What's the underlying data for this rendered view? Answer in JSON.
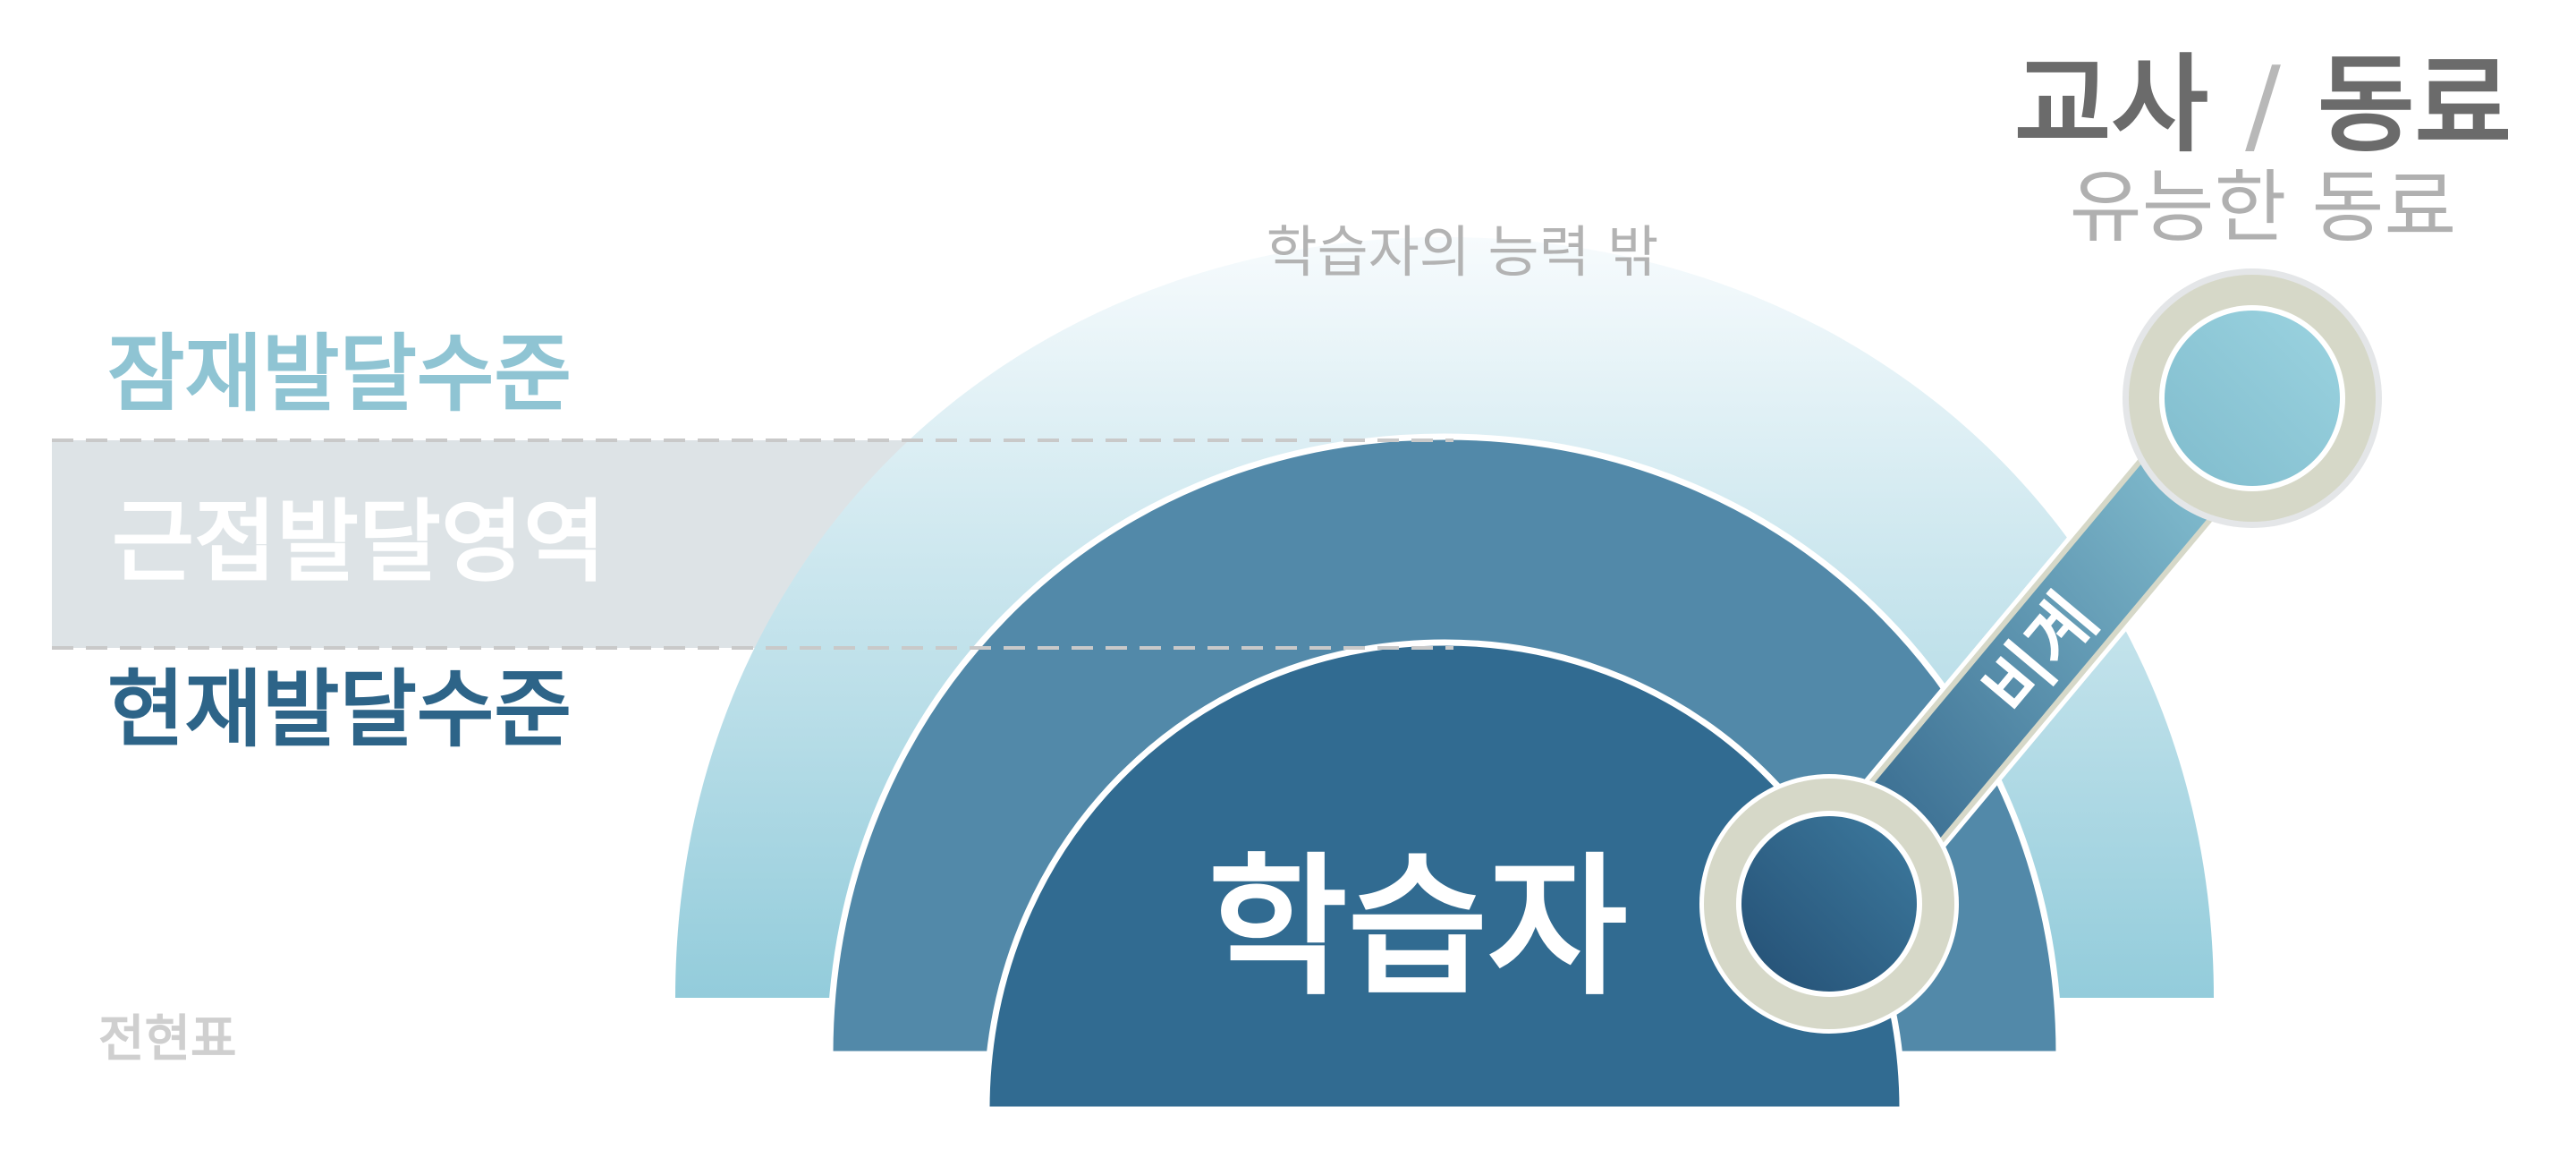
{
  "labels": {
    "outer_region": "학습자의 능력 밖",
    "potential_level": "잠재발달수준",
    "zpd": "근접발달영역",
    "actual_level": "현재발달수준",
    "learner": "학습자",
    "scaffold": "비계",
    "teacher_title": "교사",
    "slash": "/",
    "peer_title": "동료",
    "capable_peer": "유능한 동료",
    "author": "전현표"
  },
  "colors": {
    "outer_top": "#f6fafc",
    "outer_bottom": "#93ccdb",
    "middle_arc": "#5289a9",
    "inner_arc": "#316b91",
    "zpd_band": "#dde3e6",
    "potential_text": "#8fc4d3",
    "actual_text": "#2d6488",
    "muted_text": "#b0b0b0",
    "teacher_text": "#6b6b6b",
    "peer_ring": "#d6d8c8",
    "white": "#ffffff"
  }
}
